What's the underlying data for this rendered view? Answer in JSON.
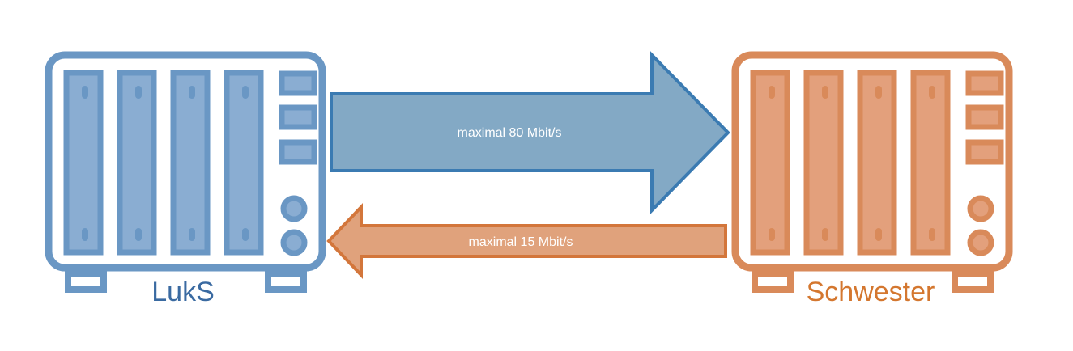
{
  "diagram": {
    "left_device": {
      "icon": "nas-server-icon",
      "label": "LukS",
      "stroke_color": "#6a97c4",
      "fill_color": "#8aadd2",
      "label_color": "#3a6aa1"
    },
    "right_device": {
      "icon": "nas-server-icon",
      "label": "Schwester",
      "stroke_color": "#d98a5a",
      "fill_color": "#e3a07c",
      "label_color": "#d4772f"
    },
    "arrow_to_right": {
      "label": "maximal 80 Mbit/s",
      "fill_color": "#83a9c5",
      "stroke_color": "#3b7bb2"
    },
    "arrow_to_left": {
      "label": "maximal 15 Mbit/s",
      "fill_color": "#e0a27c",
      "stroke_color": "#d3763b"
    }
  }
}
